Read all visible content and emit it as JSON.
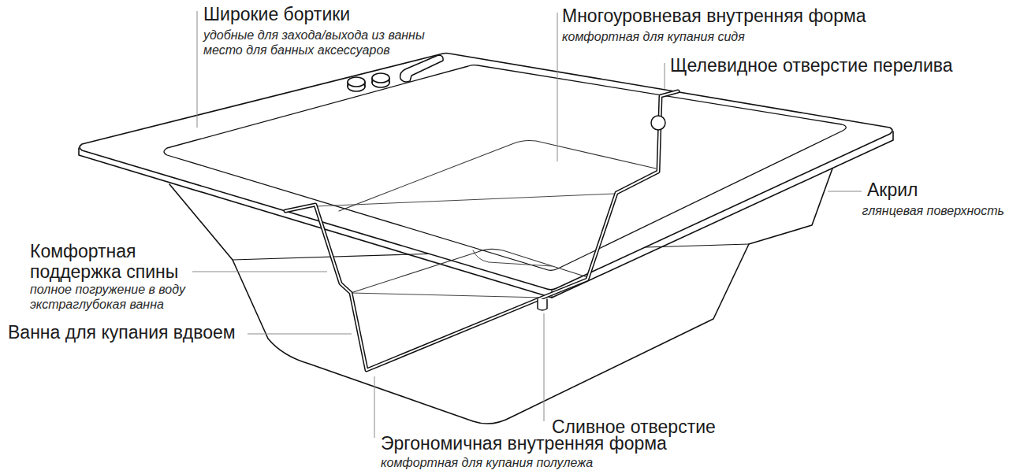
{
  "diagram": {
    "labels": [
      "Широкие бортики",
      "удобные для захода/выхода из ванны место для банных аксессуаров",
      "Многоуровневая внутренняя форма",
      "комфортная для купания сидя",
      "Щелевидное отверстие перелива",
      "Акрил",
      "глянцевая поверхность",
      "Комфортная поддержка спины",
      "полное погружение в воду экстраглубокая ванна",
      "Ванна для купания вдвоем",
      "Сливное отверстие",
      "Эргономичная внутренняя форма",
      "комфортная для купания полулежа"
    ]
  }
}
